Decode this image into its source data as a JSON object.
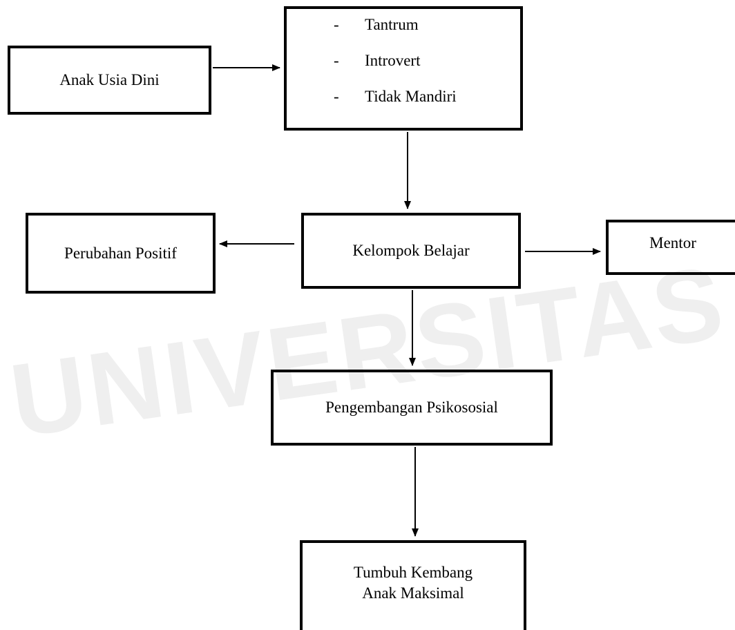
{
  "watermark": {
    "text": "UNIVERSITAS"
  },
  "diagram": {
    "nodes": {
      "anak_usia_dini": "Anak Usia Dini",
      "traits": [
        "Tantrum",
        "Introvert",
        "Tidak Mandiri"
      ],
      "trait_bullet": "-",
      "perubahan_positif": "Perubahan Positif",
      "kelompok_belajar": "Kelompok Belajar",
      "mentor": "Mentor",
      "pengembangan_psikososial": "Pengembangan Psikososial",
      "tumbuh_kembang": [
        "Tumbuh Kembang",
        "Anak Maksimal"
      ]
    },
    "colors": {
      "stroke": "#000000",
      "background": "#ffffff",
      "watermark": "#efefef"
    }
  }
}
